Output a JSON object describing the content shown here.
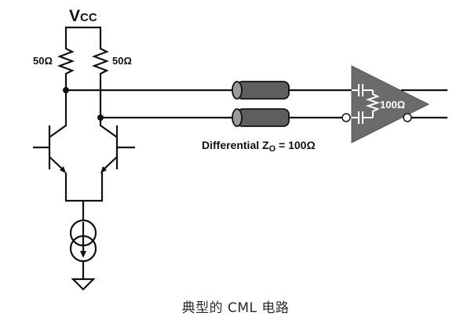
{
  "diagram": {
    "supply_label": "V",
    "supply_subscript": "CC",
    "resistor_left_label": "50Ω",
    "resistor_right_label": "50Ω",
    "transmission_line_label_prefix": "Differential Z",
    "transmission_line_label_subscript": "O",
    "transmission_line_label_suffix": " = 100Ω",
    "termination_label": "100Ω",
    "colors": {
      "wire": "#111111",
      "receiver_fill": "#6b6b6b",
      "cable_body": "#5e5e5e",
      "cable_cap": "#9a9a9a",
      "inner_symbol": "#ffffff"
    }
  },
  "caption": "典型的 CML 电路"
}
